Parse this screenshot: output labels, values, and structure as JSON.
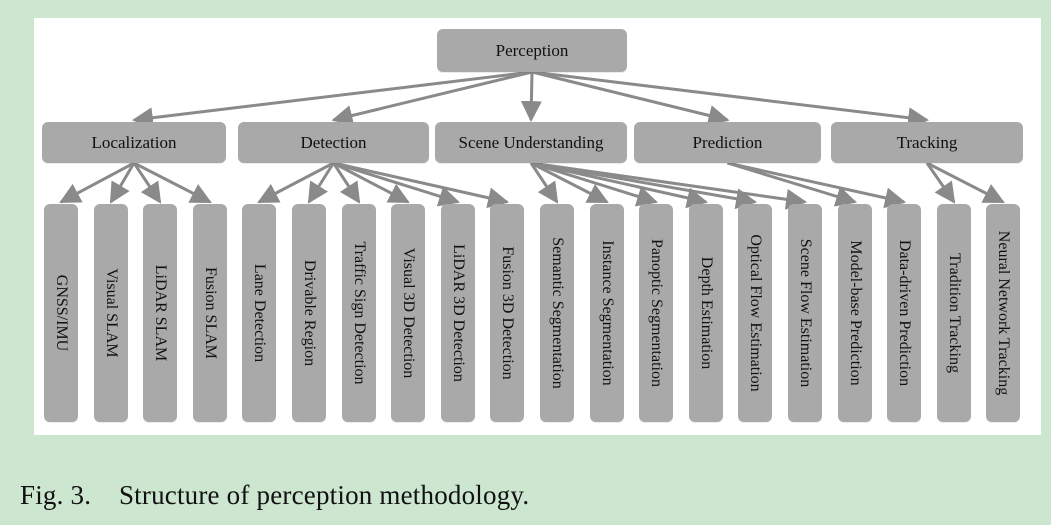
{
  "diagram": {
    "root": "Perception",
    "categories": [
      {
        "label": "Localization",
        "children": [
          "GNSS/IMU",
          "Visual SLAM",
          "LiDAR SLAM",
          "Fusion SLAM"
        ]
      },
      {
        "label": "Detection",
        "children": [
          "Lane Detection",
          "Drivable Region",
          "Traffic Sign Detection",
          "Visual 3D Detection",
          "LiDAR 3D Detection",
          "Fusion 3D Detection"
        ]
      },
      {
        "label": "Scene Understanding",
        "children": [
          "Semantic Segmentation",
          "Instance Segmentation",
          "Panoptic Segmentation",
          "Depth Estimation",
          "Optical Flow Estimation",
          "Scene Flow Estimation"
        ]
      },
      {
        "label": "Prediction",
        "children": [
          "Model-base Prediction",
          "Data-driven Prediction"
        ]
      },
      {
        "label": "Tracking",
        "children": [
          "Tradition Tracking",
          "Neural Network Tracking"
        ]
      }
    ]
  },
  "caption": "Fig. 3.    Structure of perception methodology.",
  "colors": {
    "background": "#cce6d0",
    "panel": "#ffffff",
    "box": "#a9a9a9",
    "arrow": "#8a8a8a"
  }
}
